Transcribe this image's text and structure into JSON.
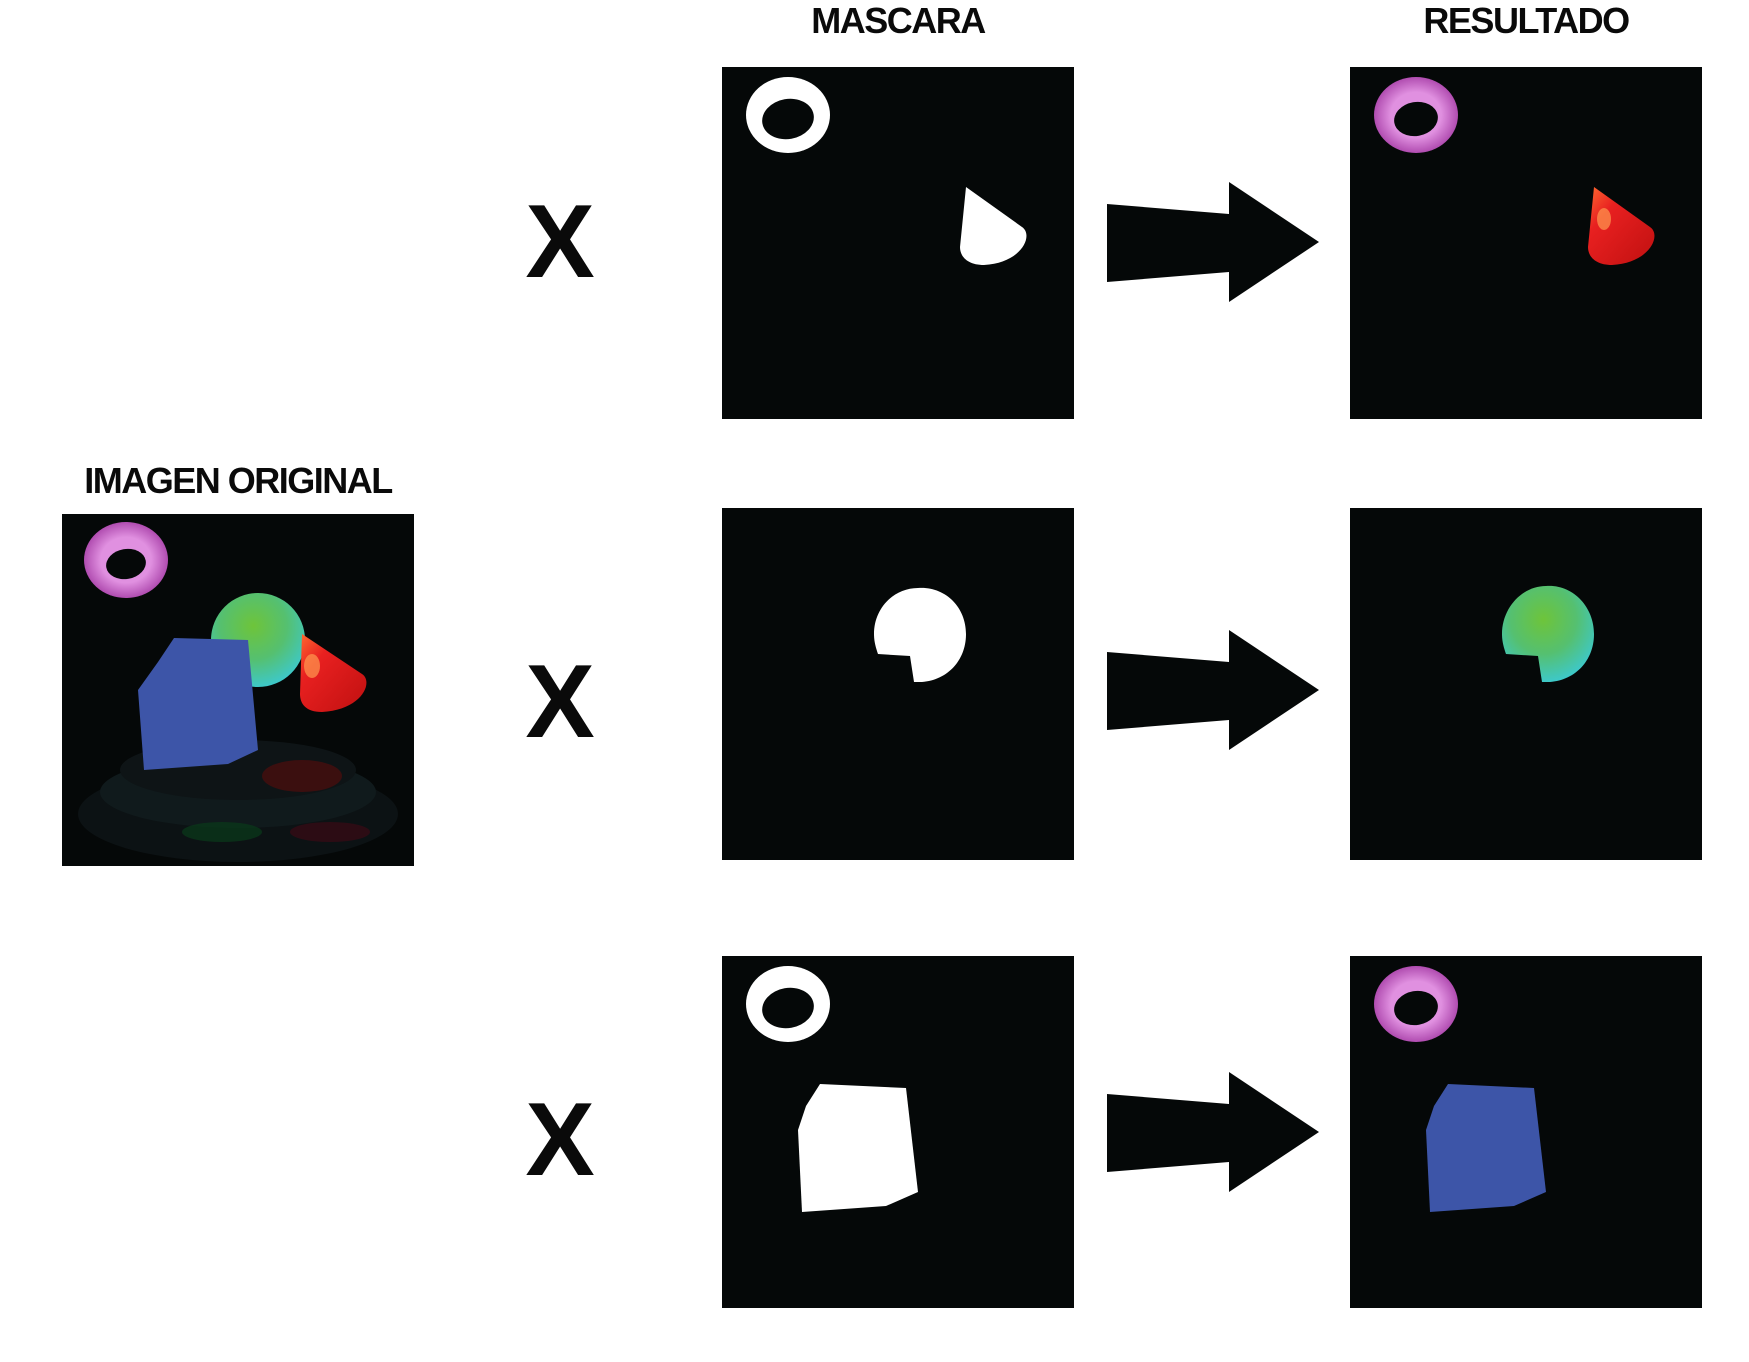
{
  "headers": {
    "original": "IMAGEN ORIGINAL",
    "mask": "MASCARA",
    "result": "RESULTADO"
  },
  "operator_symbol": "X",
  "colors": {
    "background": "#050808",
    "mask_white": "#ffffff",
    "torus": "#c45cc4",
    "sphere_top": "#6ec43a",
    "sphere_bottom": "#3ec8c8",
    "cone": "#e02020",
    "cube": "#3d55a8"
  },
  "rows": [
    {
      "mask_objects": [
        "torus",
        "cone"
      ],
      "result_objects": [
        "torus",
        "cone"
      ]
    },
    {
      "mask_objects": [
        "sphere"
      ],
      "result_objects": [
        "sphere"
      ]
    },
    {
      "mask_objects": [
        "torus",
        "cube"
      ],
      "result_objects": [
        "torus",
        "cube"
      ]
    }
  ]
}
